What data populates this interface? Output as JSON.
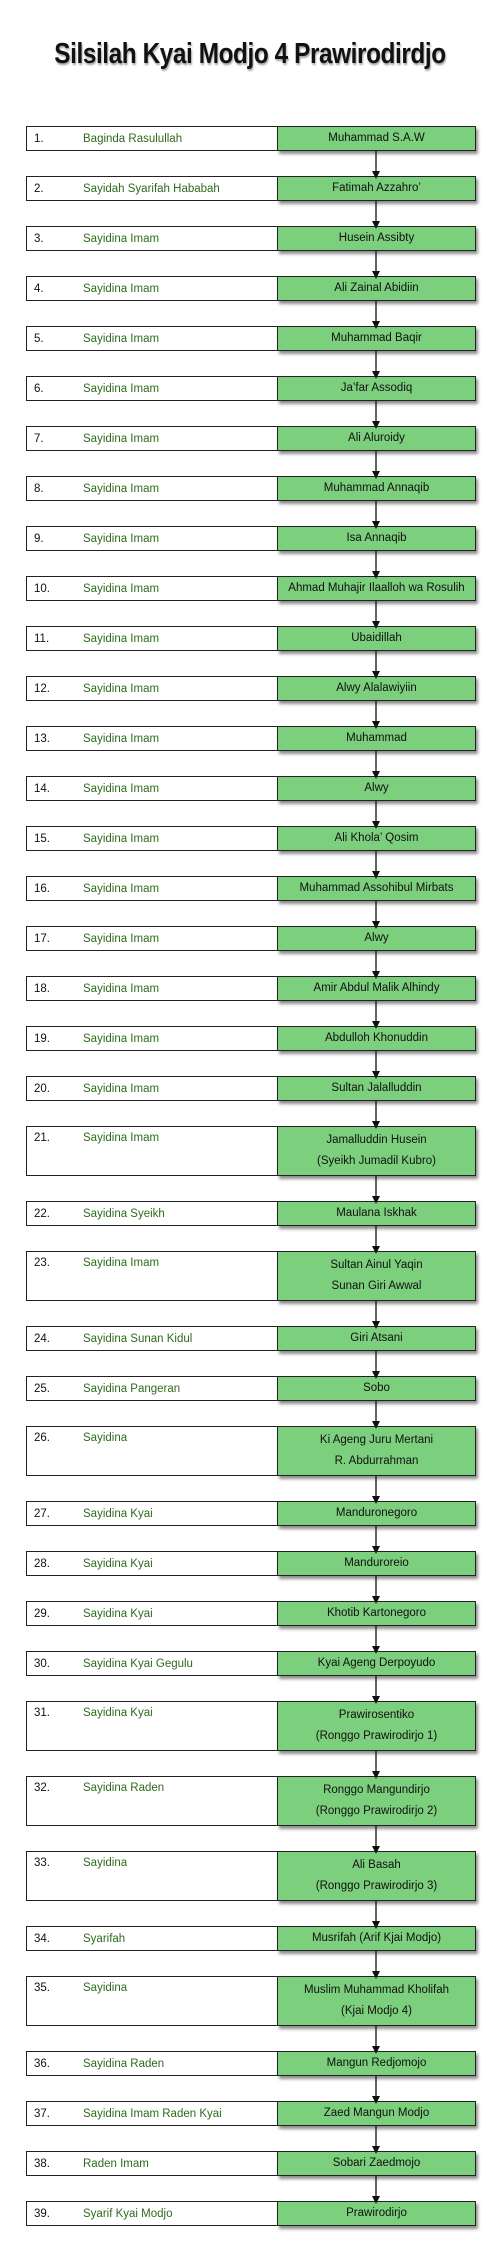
{
  "title": "Silsilah Kyai Modjo 4 Prawirodirdjo",
  "colors": {
    "name_fill": "#7ccf7c",
    "title_text": "#2e6b1e",
    "border": "#222222"
  },
  "rows": [
    {
      "num": "1.",
      "title": "Baginda Rasulullah",
      "name": [
        "Muhammad S.A.W"
      ]
    },
    {
      "num": "2.",
      "title": "Sayidah Syarifah Hababah",
      "name": [
        "Fatimah Azzahro’"
      ]
    },
    {
      "num": "3.",
      "title": "Sayidina Imam",
      "name": [
        "Husein Assibty"
      ]
    },
    {
      "num": "4.",
      "title": "Sayidina Imam",
      "name": [
        "Ali Zainal Abidiin"
      ]
    },
    {
      "num": "5.",
      "title": "Sayidina Imam",
      "name": [
        "Muhammad Baqir"
      ]
    },
    {
      "num": "6.",
      "title": "Sayidina Imam",
      "name": [
        "Ja’far Assodiq"
      ]
    },
    {
      "num": "7.",
      "title": "Sayidina Imam",
      "name": [
        "Ali Aluroidy"
      ]
    },
    {
      "num": "8.",
      "title": "Sayidina Imam",
      "name": [
        "Muhammad Annaqib"
      ]
    },
    {
      "num": "9.",
      "title": "Sayidina Imam",
      "name": [
        "Isa Annaqib"
      ]
    },
    {
      "num": "10.",
      "title": "Sayidina Imam",
      "name": [
        "Ahmad Muhajir Ilaalloh wa Rosulih"
      ]
    },
    {
      "num": "11.",
      "title": "Sayidina Imam",
      "name": [
        "Ubaidillah"
      ]
    },
    {
      "num": "12.",
      "title": "Sayidina Imam",
      "name": [
        "Alwy Alalawiyiin"
      ]
    },
    {
      "num": "13.",
      "title": "Sayidina Imam",
      "name": [
        "Muhammad"
      ]
    },
    {
      "num": "14.",
      "title": "Sayidina Imam",
      "name": [
        "Alwy"
      ]
    },
    {
      "num": "15.",
      "title": "Sayidina Imam",
      "name": [
        "Ali Khola’ Qosim"
      ]
    },
    {
      "num": "16.",
      "title": "Sayidina Imam",
      "name": [
        "Muhammad Assohibul Mirbats"
      ]
    },
    {
      "num": "17.",
      "title": "Sayidina Imam",
      "name": [
        "Alwy"
      ]
    },
    {
      "num": "18.",
      "title": "Sayidina Imam",
      "name": [
        "Amir Abdul Malik Alhindy"
      ]
    },
    {
      "num": "19.",
      "title": "Sayidina Imam",
      "name": [
        "Abdulloh Khonuddin"
      ]
    },
    {
      "num": "20.",
      "title": "Sayidina Imam",
      "name": [
        "Sultan Jalalluddin"
      ]
    },
    {
      "num": "21.",
      "title": "Sayidina Imam",
      "name": [
        "Jamalluddin Husein",
        "(Syeikh Jumadil Kubro)"
      ]
    },
    {
      "num": "22.",
      "title": "Sayidina Syeikh",
      "name": [
        "Maulana Iskhak"
      ]
    },
    {
      "num": "23.",
      "title": "Sayidina Imam",
      "name": [
        "Sultan Ainul Yaqin",
        "Sunan Giri Awwal"
      ]
    },
    {
      "num": "24.",
      "title": "Sayidina Sunan Kidul",
      "name": [
        "Giri Atsani"
      ]
    },
    {
      "num": "25.",
      "title": "Sayidina Pangeran",
      "name": [
        "Sobo"
      ]
    },
    {
      "num": "26.",
      "title": "Sayidina",
      "name": [
        "Ki Ageng Juru Mertani",
        "R. Abdurrahman"
      ]
    },
    {
      "num": "27.",
      "title": "Sayidina Kyai",
      "name": [
        "Manduronegoro"
      ]
    },
    {
      "num": "28.",
      "title": "Sayidina Kyai",
      "name": [
        "Manduroreio"
      ]
    },
    {
      "num": "29.",
      "title": "Sayidina Kyai",
      "name": [
        "Khotib Kartonegoro"
      ]
    },
    {
      "num": "30.",
      "title": "Sayidina Kyai Gegulu",
      "name": [
        "Kyai Ageng Derpoyudo"
      ]
    },
    {
      "num": "31.",
      "title": "Sayidina Kyai",
      "name": [
        "Prawirosentiko",
        "(Ronggo Prawirodirjo 1)"
      ]
    },
    {
      "num": "32.",
      "title": "Sayidina Raden",
      "name": [
        "Ronggo Mangundirjo",
        "(Ronggo Prawirodirjo 2)"
      ]
    },
    {
      "num": "33.",
      "title": "Sayidina",
      "name": [
        "Ali Basah",
        "(Ronggo Prawirodirjo 3)"
      ]
    },
    {
      "num": "34.",
      "title": "Syarifah",
      "name": [
        "Musrifah (Arif Kjai Modjo)"
      ]
    },
    {
      "num": "35.",
      "title": "Sayidina",
      "name": [
        "Muslim Muhammad Kholifah",
        "(Kjai Modjo 4)"
      ]
    },
    {
      "num": "36.",
      "title": "Sayidina Raden",
      "name": [
        "Mangun Redjomojo"
      ]
    },
    {
      "num": "37.",
      "title": "Sayidina Imam Raden Kyai",
      "name": [
        "Zaed Mangun Modjo"
      ]
    },
    {
      "num": "38.",
      "title": "Raden Imam",
      "name": [
        "Sobari Zaedmojo"
      ]
    },
    {
      "num": "39.",
      "title": "Syarif Kyai Modjo",
      "name": [
        "Prawirodirjo"
      ]
    }
  ]
}
